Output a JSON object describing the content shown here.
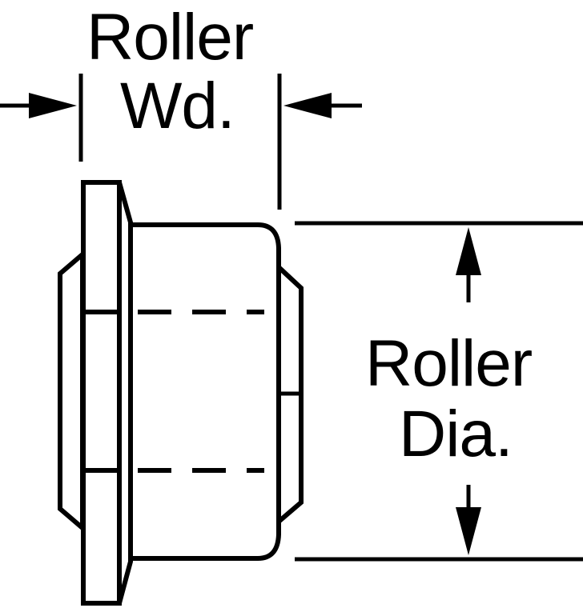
{
  "labels": {
    "width_line1": "Roller",
    "width_line2": "Wd.",
    "diameter_line1": "Roller",
    "diameter_line2": "Dia."
  },
  "colors": {
    "ink": "#000000",
    "background": "#ffffff"
  }
}
